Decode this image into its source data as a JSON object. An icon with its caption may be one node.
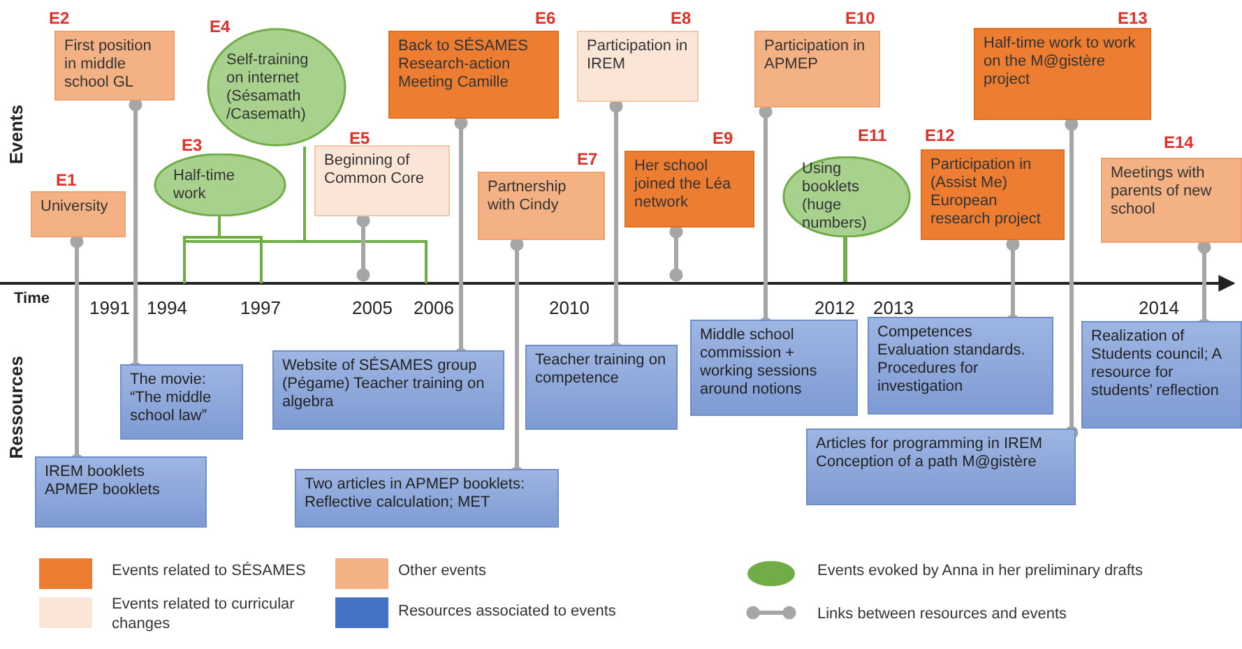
{
  "diagram": {
    "nodes": [
      {
        "text": [
          "University"
        ],
        "beside": [
          "E1"
        ]
      },
      {
        "text": [
          "First position in middle school GL"
        ],
        "beside": [
          "E2"
        ]
      },
      {
        "text": [
          "Half-time work"
        ],
        "beside": [
          "E3"
        ]
      },
      {
        "text": [
          "Self-training on internet (Sésamath /Casemath)"
        ],
        "beside": [
          "E4"
        ]
      },
      {
        "text": [
          "Beginning of Common Core"
        ],
        "beside": [
          "E5"
        ]
      },
      {
        "text": [
          "Back to SÉSAMES Research-action Meeting Camille"
        ],
        "beside": [
          "E6"
        ]
      },
      {
        "text": [
          "Partnership with Cindy"
        ],
        "beside": [
          "E7"
        ]
      },
      {
        "text": [
          "Participation in IREM"
        ],
        "beside": [
          "E8"
        ]
      },
      {
        "text": [
          "Her school joined the  Léa network"
        ],
        "beside": [
          "E9"
        ]
      },
      {
        "text": [
          "Participation in APMEP"
        ],
        "beside": [
          "E10"
        ]
      },
      {
        "text": [
          "Using booklets (huge numbers)"
        ],
        "beside": [
          "E11"
        ]
      },
      {
        "text": [
          "Participation in (Assist Me) European research project"
        ],
        "beside": [
          "E12"
        ]
      },
      {
        "text": [
          "Half-time work to work on the M@gistère project"
        ],
        "beside": [
          "E13"
        ]
      },
      {
        "text": [
          "Meetings with parents of new school"
        ],
        "beside": [
          "E14"
        ]
      },
      {
        "text": [
          "IREM booklets APMEP booklets"
        ]
      },
      {
        "text": [
          "The movie: “The middle school law”"
        ]
      },
      {
        "text": [
          "Website of SÉSAMES group (Pégame) Teacher training on algebra"
        ]
      },
      {
        "text": [
          "Two articles in APMEP booklets: Reflective calculation; MET"
        ]
      },
      {
        "text": [
          "Teacher training on competence"
        ]
      },
      {
        "text": [
          "Middle school commission + working sessions around notions"
        ]
      },
      {
        "text": [
          "Competences Evaluation standards. Procedures for investigation"
        ]
      },
      {
        "text": [
          "Articles for programming in IREM Conception of a path M@gistère"
        ]
      },
      {
        "text": [
          "Realization of Students council; A resource for students’ reflection"
        ]
      }
    ],
    "edges": [
      {
        "from": 0,
        "to": 14,
        "arrow": "other"
      },
      {
        "from": 1,
        "to": 15,
        "arrow": "other"
      },
      {
        "from": 5,
        "to": 16,
        "arrow": "other"
      },
      {
        "from": 6,
        "to": 17,
        "arrow": "other"
      },
      {
        "from": 7,
        "to": 18,
        "arrow": "other"
      },
      {
        "from": 9,
        "to": 19,
        "arrow": "other"
      },
      {
        "from": 11,
        "to": 20,
        "arrow": "other"
      },
      {
        "from": 12,
        "to": 21,
        "arrow": "other"
      },
      {
        "from": 13,
        "to": 22,
        "arrow": "other"
      },
      {
        "from": 4,
        "to": null,
        "arrow": "other"
      },
      {
        "from": 8,
        "to": null,
        "arrow": "other"
      },
      {
        "from": 10,
        "to": null,
        "arrow": "none",
        "color": "#70ad47"
      }
    ],
    "labels": [
      "Events",
      "Time",
      "Ressources",
      "1991",
      "1994",
      "1997",
      "2005",
      "2006",
      "2010",
      "2012",
      "2013",
      "2014"
    ],
    "legend": [
      {
        "text": "Events related to SÉSAMES",
        "color": "#ed7d31"
      },
      {
        "text": "Other events",
        "color": "#f4b183"
      },
      {
        "text": "Events evoked by Anna in her preliminary drafts",
        "color": "#70ad47"
      },
      {
        "text": "Events related to curricular changes",
        "color": "#fbe5d6"
      },
      {
        "text": "Resources associated to events",
        "color": "#4472c4"
      },
      {
        "text": "Links between resources and events"
      }
    ]
  }
}
